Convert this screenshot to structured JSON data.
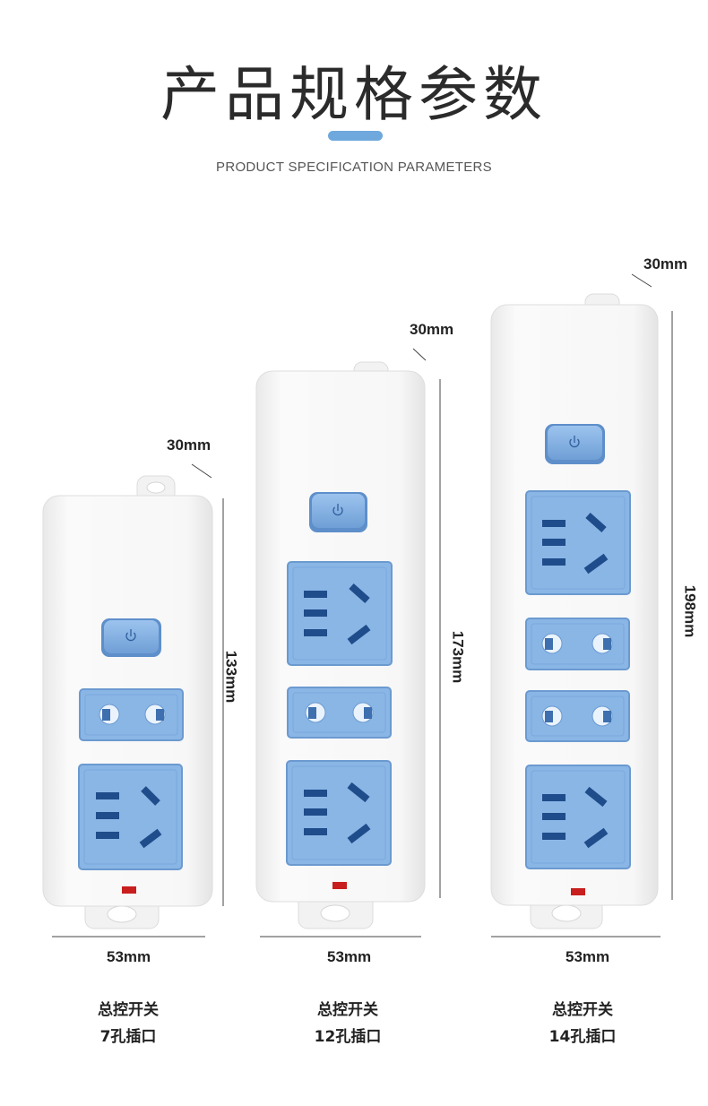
{
  "header": {
    "title": "产品规格参数",
    "subtitle": "PRODUCT SPECIFICATION PARAMETERS"
  },
  "colors": {
    "accent": "#6fa8dc",
    "socket": "#8ab6e6",
    "socket_border": "#6b9ad0",
    "body": "#f4f4f4",
    "indicator": "#c81e1e"
  },
  "products": [
    {
      "depth": "30mm",
      "height": "133mm",
      "width": "53mm",
      "caption_line1": "总控开关",
      "caption_line2": "7孔插口"
    },
    {
      "depth": "30mm",
      "height": "173mm",
      "width": "53mm",
      "caption_line1": "总控开关",
      "caption_line2": "12孔插口"
    },
    {
      "depth": "30mm",
      "height": "198mm",
      "width": "53mm",
      "caption_line1": "总控开关",
      "caption_line2": "14孔插口"
    }
  ]
}
